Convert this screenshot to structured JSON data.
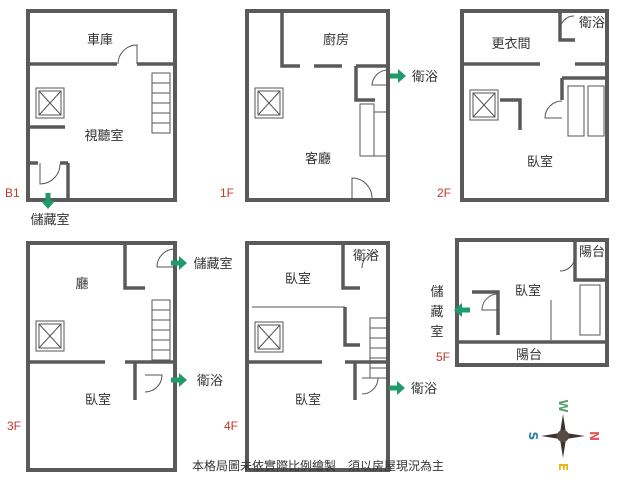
{
  "floors": {
    "b1": {
      "label": "B1",
      "rooms": {
        "garage": "車庫",
        "theater": "視聽室",
        "storage": "儲藏室"
      }
    },
    "f1": {
      "label": "1F",
      "rooms": {
        "kitchen": "廚房",
        "living": "客廳",
        "bath": "衛浴"
      }
    },
    "f2": {
      "label": "2F",
      "rooms": {
        "closet": "更衣間",
        "bath": "衛浴",
        "bedroom": "臥室"
      }
    },
    "f3": {
      "label": "3F",
      "rooms": {
        "hall": "廳",
        "storage": "儲藏室",
        "bedroom": "臥室",
        "bath": "衛浴"
      }
    },
    "f4": {
      "label": "4F",
      "rooms": {
        "bedroom1": "臥室",
        "bath1": "衛浴",
        "bedroom2": "臥室",
        "bath2": "衛浴"
      }
    },
    "f5": {
      "label": "5F",
      "rooms": {
        "balcony1": "陽台",
        "bedroom": "臥室",
        "storage_v": [
          "儲",
          "藏",
          "室"
        ],
        "balcony2": "陽台"
      }
    }
  },
  "compass": {
    "n": "N",
    "s": "S",
    "e": "E",
    "w": "W"
  },
  "note": "本格局圖未依實際比例繪製　須以房屋現況為主",
  "colors": {
    "wall": "#5a5a5a",
    "arrow": "#1f9a6a",
    "floor_label": "#c0392b"
  }
}
